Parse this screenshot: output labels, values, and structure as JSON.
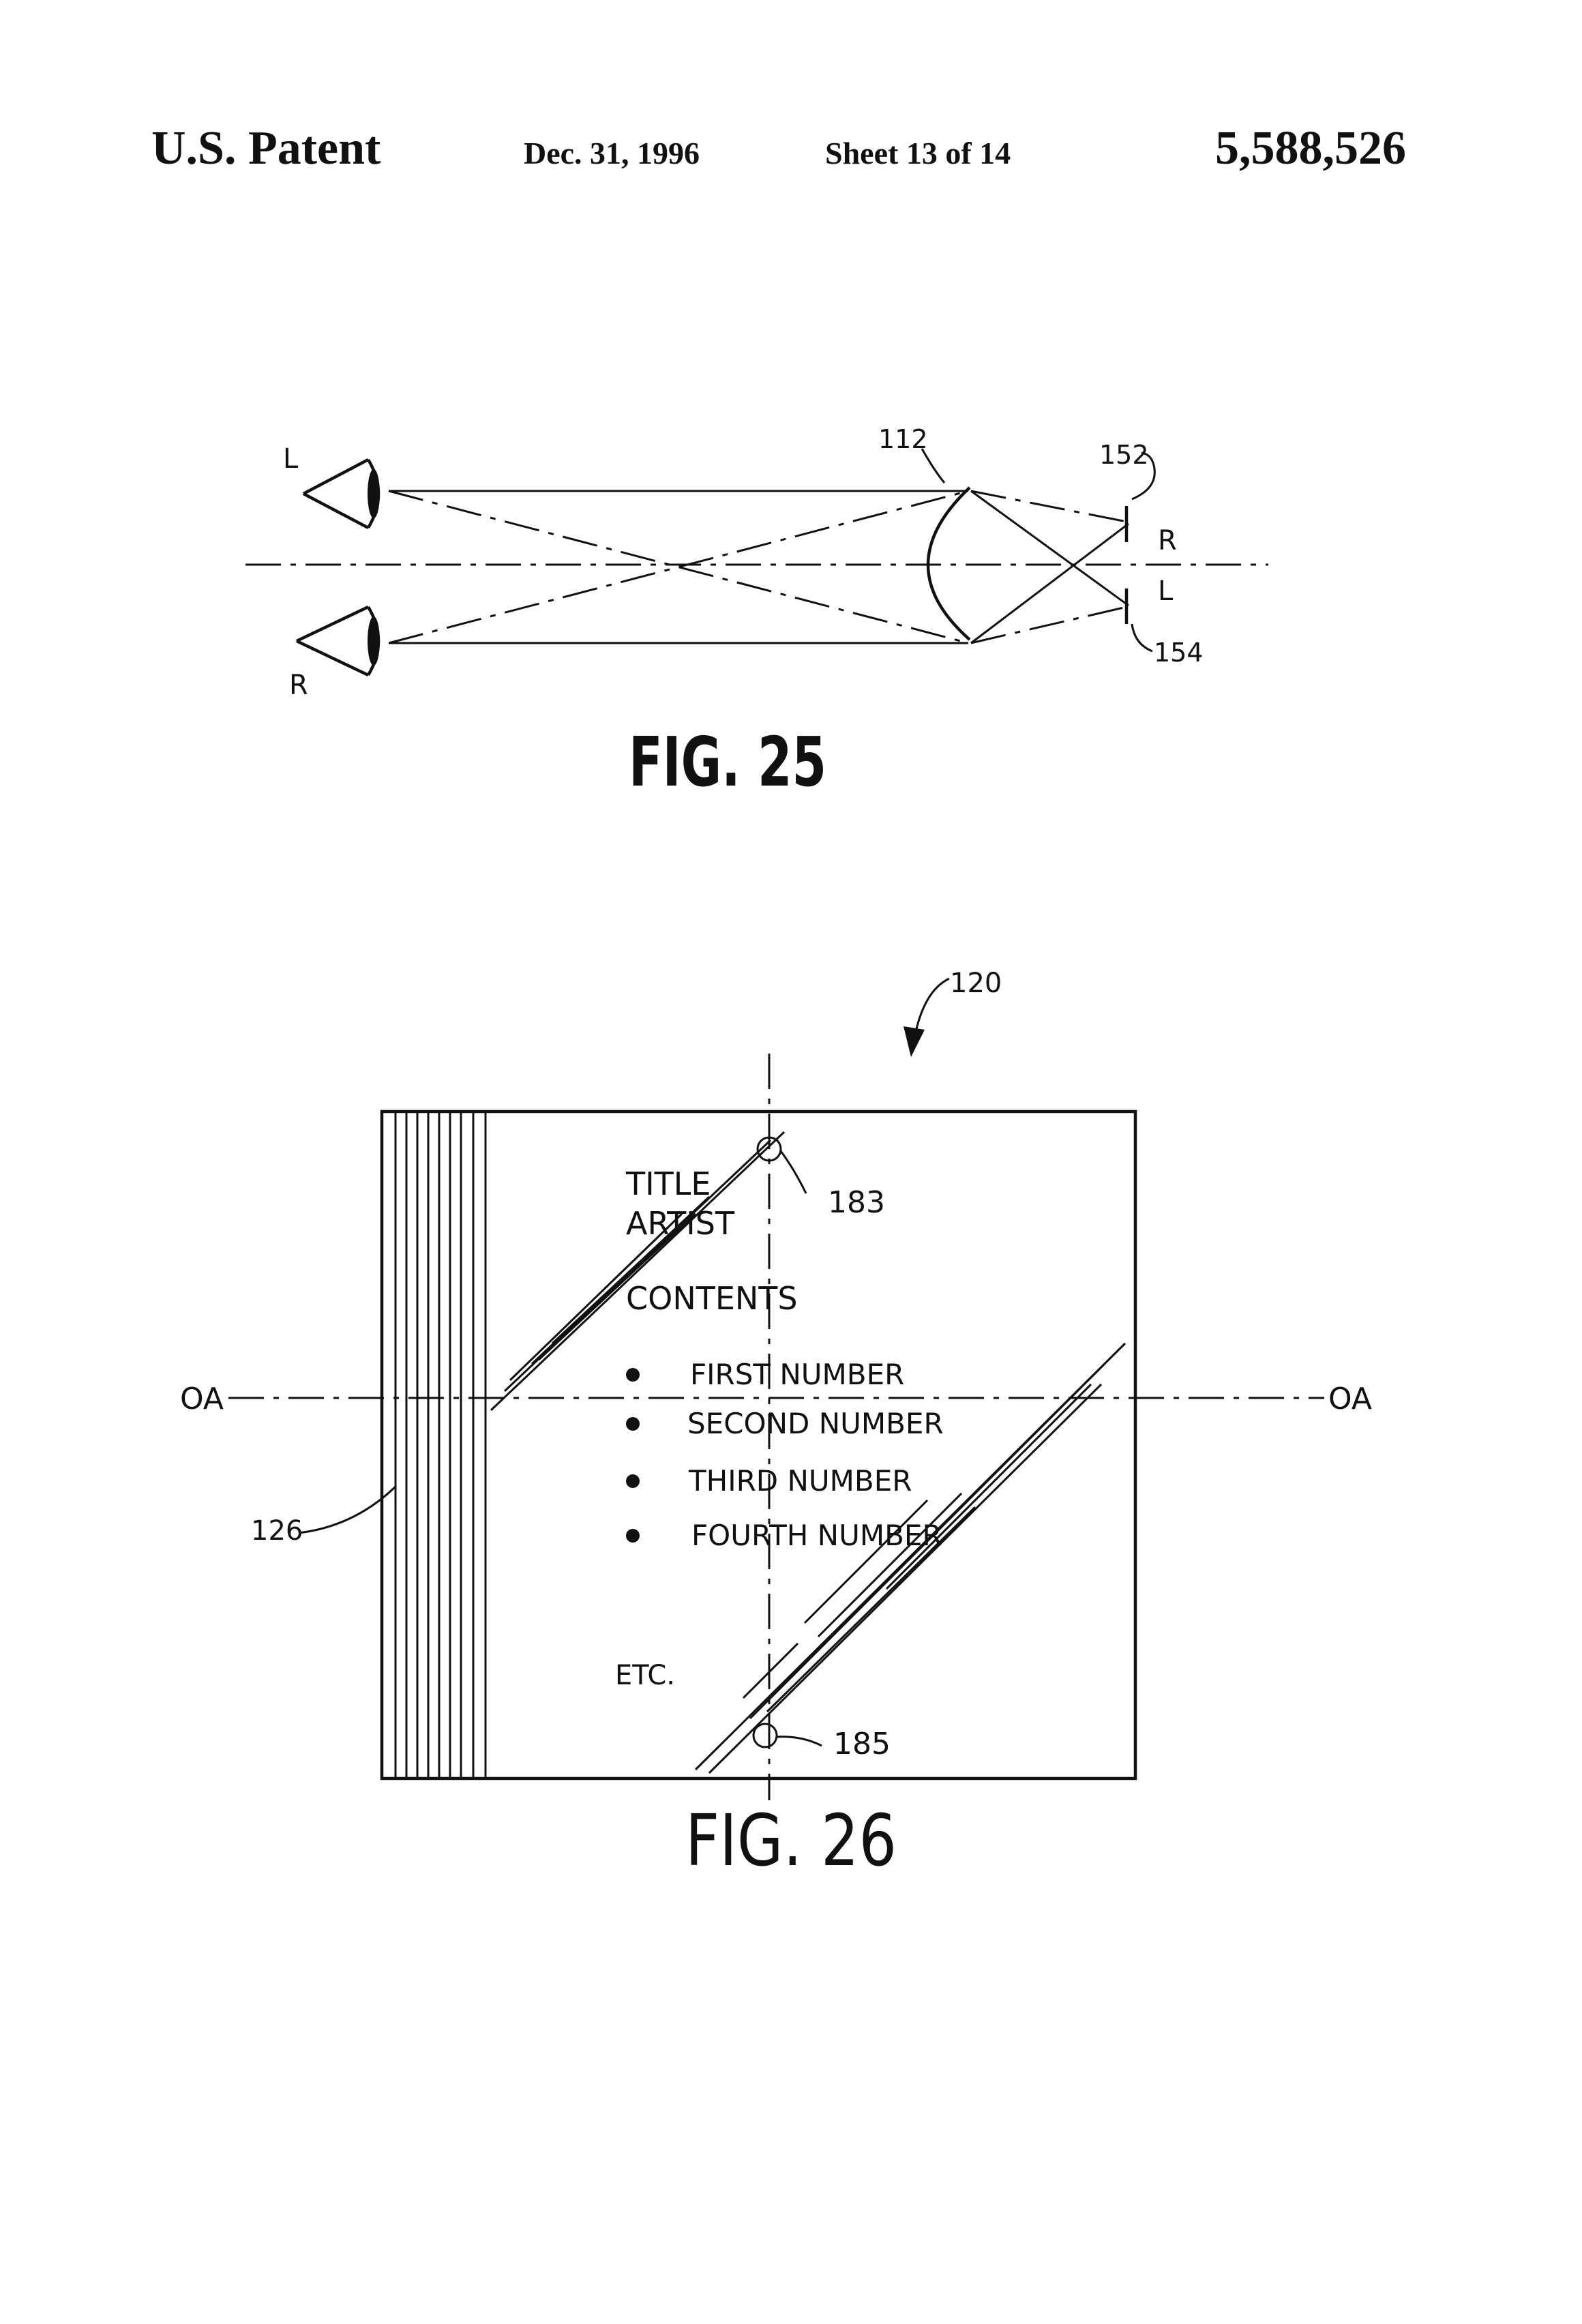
{
  "header": {
    "left": "U.S. Patent",
    "date": "Dec. 31, 1996",
    "sheet": "Sheet 13 of 14",
    "number": "5,588,526"
  },
  "fig25": {
    "caption": "FIG. 25",
    "eye_top": "L",
    "eye_bottom": "R",
    "ref_lens": "112",
    "ref_top": "152",
    "ref_bottom": "154",
    "image_top": "R",
    "image_bottom": "L"
  },
  "fig26": {
    "caption": "FIG. 26",
    "ref_assembly": "120",
    "ref_edge": "126",
    "ref_top": "183",
    "ref_bottom": "185",
    "axis_left": "OA",
    "axis_right": "OA",
    "title": "TITLE",
    "artist": "ARTIST",
    "contents": "CONTENTS",
    "items": [
      "FIRST NUMBER",
      "SECOND NUMBER",
      "THIRD NUMBER",
      "FOURTH NUMBER"
    ],
    "etc": "ETC."
  }
}
